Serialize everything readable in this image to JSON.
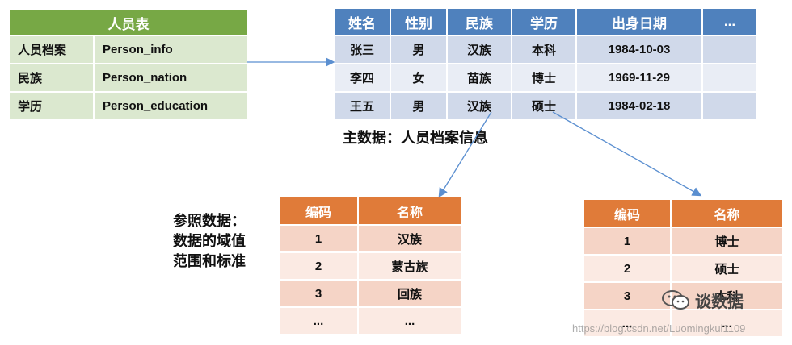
{
  "person_table": {
    "title": "人员表",
    "rows": [
      {
        "cn": "人员档案",
        "en": "Person_info"
      },
      {
        "cn": "民族",
        "en": "Person_nation"
      },
      {
        "cn": "学历",
        "en": "Person_education"
      }
    ]
  },
  "master_table": {
    "headers": [
      "姓名",
      "性别",
      "民族",
      "学历",
      "出身日期",
      "..."
    ],
    "rows": [
      [
        "张三",
        "男",
        "汉族",
        "本科",
        "1984-10-03",
        ""
      ],
      [
        "李四",
        "女",
        "苗族",
        "博士",
        "1969-11-29",
        ""
      ],
      [
        "王五",
        "男",
        "汉族",
        "硕士",
        "1984-02-18",
        ""
      ]
    ],
    "caption": "主数据：人员档案信息"
  },
  "reference_caption": [
    "参照数据：",
    "数据的域值",
    "范围和标准"
  ],
  "nation_table": {
    "headers": [
      "编码",
      "名称"
    ],
    "rows": [
      [
        "1",
        "汉族"
      ],
      [
        "2",
        "蒙古族"
      ],
      [
        "3",
        "回族"
      ],
      [
        "...",
        "..."
      ]
    ]
  },
  "education_table": {
    "headers": [
      "编码",
      "名称"
    ],
    "rows": [
      [
        "1",
        "博士"
      ],
      [
        "2",
        "硕士"
      ],
      [
        "3",
        "本科"
      ],
      [
        "...",
        "..."
      ]
    ]
  },
  "watermark": {
    "logo_text": "谈数据",
    "url": "https://blog.csdn.net/Luomingkui1109"
  },
  "colors": {
    "green_header": "#77a845",
    "blue_header": "#4f81bd",
    "orange_header": "#e07b39",
    "arrow": "#5b8fd0"
  }
}
